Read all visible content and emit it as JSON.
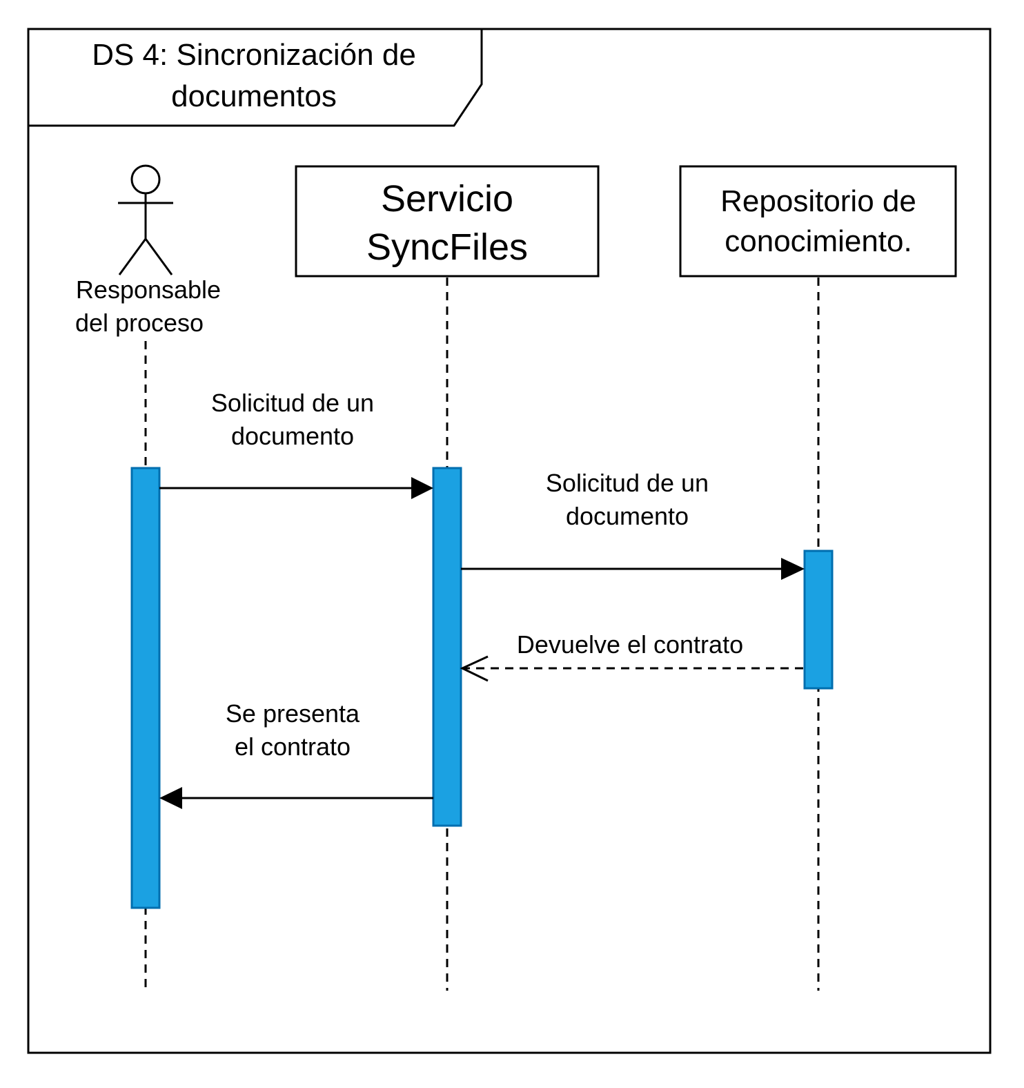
{
  "frame": {
    "title_line1": "DS 4: Sincronización de",
    "title_line2": "documentos"
  },
  "participants": {
    "actor": {
      "line1": "Responsable",
      "line2": "del proceso",
      "icon": "stick-figure-icon"
    },
    "service": {
      "line1": "Servicio",
      "line2": "SyncFiles"
    },
    "repository": {
      "line1": "Repositorio de",
      "line2": "conocimiento."
    }
  },
  "messages": [
    {
      "line1": "Solicitud de un",
      "line2": "documento",
      "style": "solid",
      "arrowhead": "filled"
    },
    {
      "line1": "Solicitud de un",
      "line2": "documento",
      "style": "solid",
      "arrowhead": "filled"
    },
    {
      "line1": "Devuelve el contrato",
      "style": "dashed",
      "arrowhead": "open"
    },
    {
      "line1": "Se presenta",
      "line2": "el contrato",
      "style": "solid",
      "arrowhead": "filled"
    }
  ],
  "colors": {
    "activation_fill": "#1ba1e2",
    "activation_stroke": "#006eaf",
    "line": "#000000"
  }
}
